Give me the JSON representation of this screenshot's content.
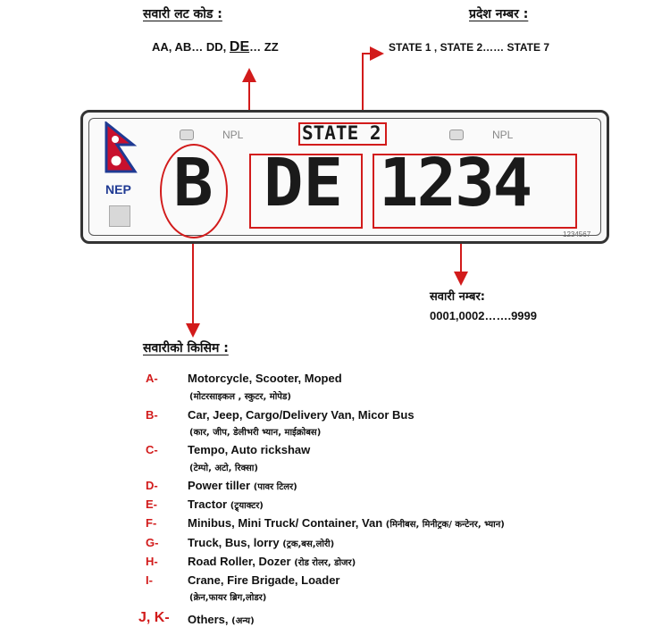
{
  "lot_code": {
    "heading": "सवारी लट कोड :",
    "examples_prefix": "AA, AB… DD, ",
    "examples_highlight": "DE",
    "examples_suffix": "… ZZ"
  },
  "province": {
    "heading": "प्रदेश नम्बर :",
    "examples": "STATE 1 , STATE 2…… STATE 7"
  },
  "plate": {
    "state_label": "STATE 2",
    "npl_left": "NPL",
    "npl_right": "NPL",
    "country_code": "NEP",
    "type_letter": "B",
    "lot_letters": "DE",
    "number": "1234",
    "serial": "1234567"
  },
  "vehicle_number": {
    "heading": "सवारी नम्बर:",
    "range": "0001,0002…….9999"
  },
  "vehicle_type": {
    "heading": "सवारीको किसिम :",
    "items": [
      {
        "letter": "A-",
        "desc": "Motorcycle, Scooter, Moped",
        "np": "(मोटरसाइकल , स्कुटर, मोपेड)"
      },
      {
        "letter": "B-",
        "desc": "Car, Jeep, Cargo/Delivery Van, Micor Bus",
        "np": "(कार, जीप, डेलीभरी भ्यान, माईक्रोबस)"
      },
      {
        "letter": "C-",
        "desc": "Tempo, Auto rickshaw",
        "np": "(टेम्पो, अटो, रिक्सा)"
      },
      {
        "letter": "D-",
        "desc": "Power tiller",
        "np": "(पावर टिलर)"
      },
      {
        "letter": "E-",
        "desc": "Tractor",
        "np": "(ट्र्याक्टर)"
      },
      {
        "letter": "F-",
        "desc": "Minibus, Mini Truck/ Container, Van",
        "np": "(मिनीबस, मिनीट्रक/ कन्टेनर, भ्यान)"
      },
      {
        "letter": "G-",
        "desc": "Truck, Bus, lorry",
        "np": "(ट्रक,बस,लोरी)"
      },
      {
        "letter": "H-",
        "desc": "Road Roller, Dozer",
        "np": "(रोड रोलर, डोजर)"
      },
      {
        "letter": "I-",
        "desc": "Crane, Fire Brigade, Loader",
        "np": "(क्रेन,फायर ब्रिग,लोडर)"
      },
      {
        "letter": "J, K-",
        "desc": "Others,",
        "np": "(अन्य)"
      }
    ]
  },
  "colors": {
    "annotation_red": "#d21b1b"
  }
}
